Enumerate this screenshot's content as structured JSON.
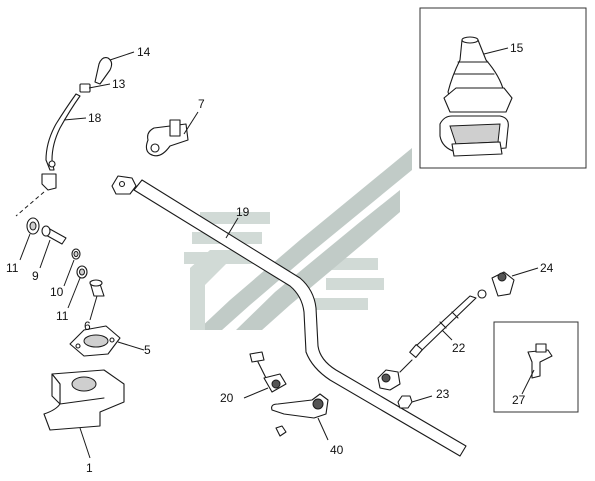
{
  "callouts": {
    "c1": "1",
    "c5": "5",
    "c6": "6",
    "c7": "7",
    "c9": "9",
    "c10": "10",
    "c11a": "11",
    "c11b": "11",
    "c13": "13",
    "c14": "14",
    "c15": "15",
    "c18": "18",
    "c19": "19",
    "c20": "20",
    "c22": "22",
    "c23": "23",
    "c24": "24",
    "c27": "27",
    "c40": "40"
  },
  "colors": {
    "line": "#1a1a1a",
    "watermark": "#c9d4cf",
    "background": "#ffffff"
  }
}
